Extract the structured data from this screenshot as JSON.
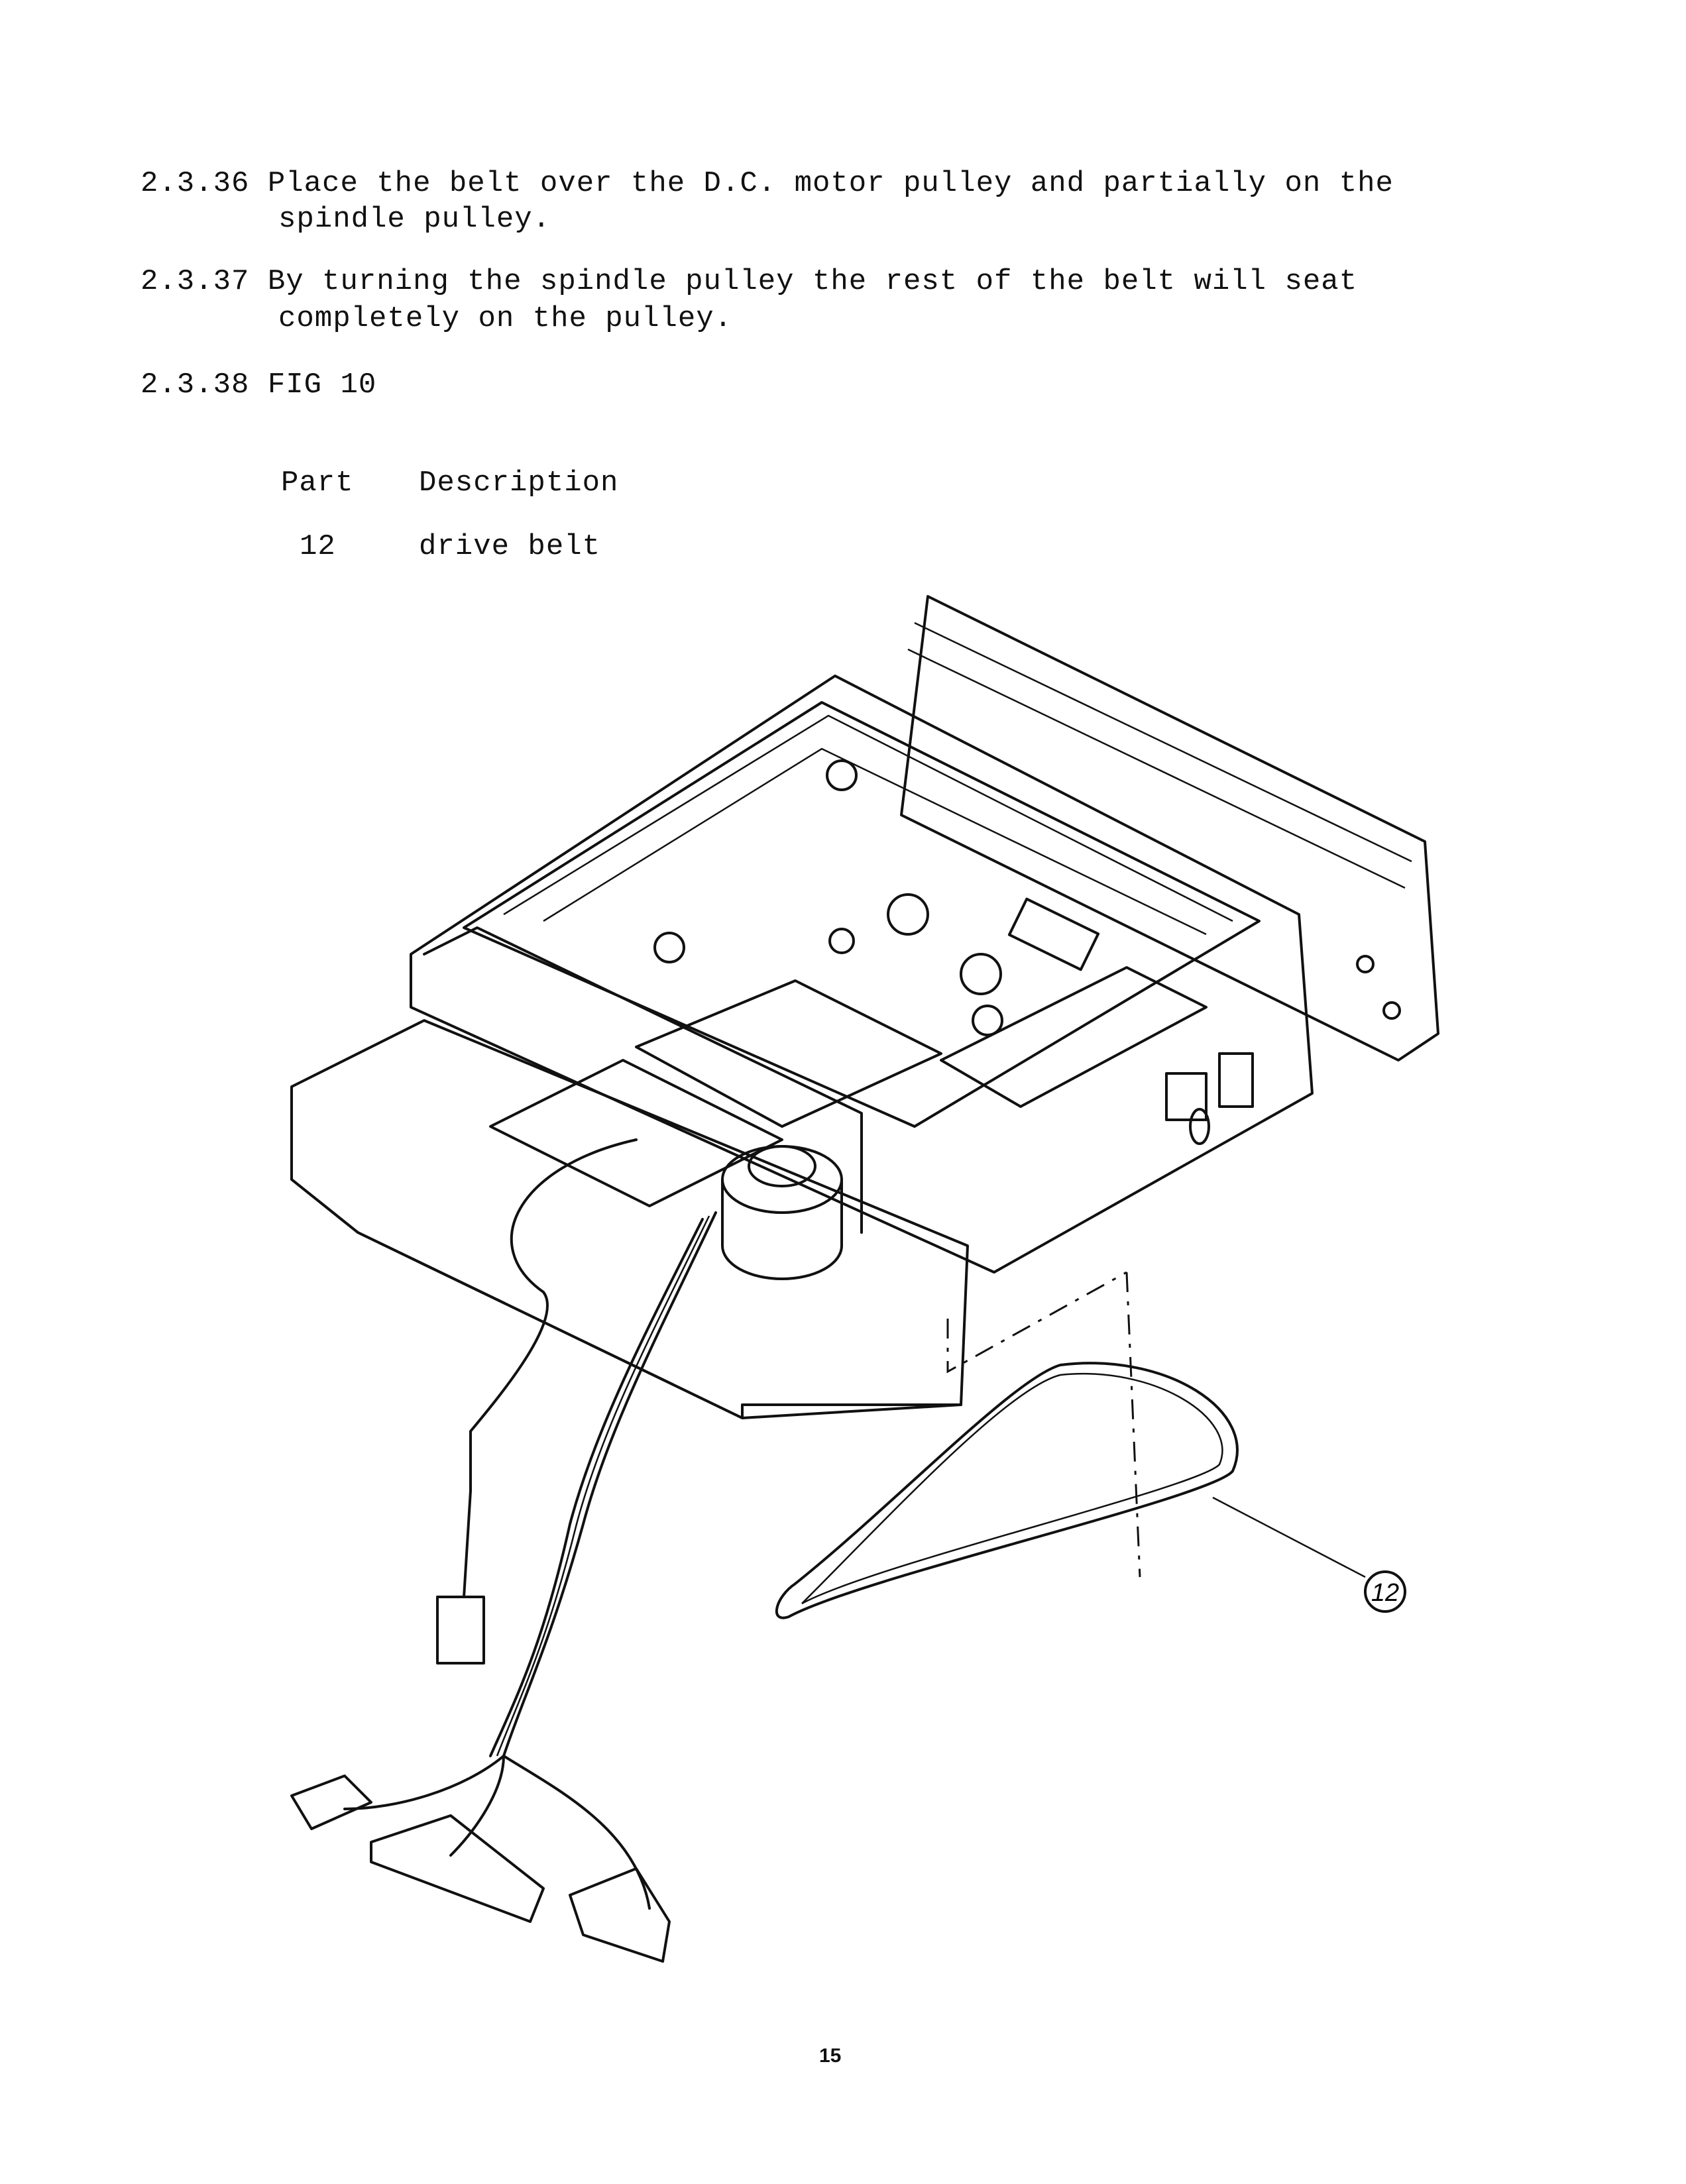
{
  "steps": [
    {
      "number": "2.3.36",
      "line1": "Place the belt over the D.C. motor pulley and partially on the",
      "line2": "spindle pulley."
    },
    {
      "number": "2.3.37",
      "line1": "By turning the spindle pulley the rest of the belt will seat",
      "line2": "completely on the pulley."
    },
    {
      "number": "2.3.38",
      "line1": "FIG 10"
    }
  ],
  "parts_table": {
    "headers": [
      "Part",
      "Description"
    ],
    "rows": [
      {
        "part": "12",
        "description": "drive belt"
      }
    ]
  },
  "figure": {
    "callout": "12"
  },
  "page_number": "15"
}
